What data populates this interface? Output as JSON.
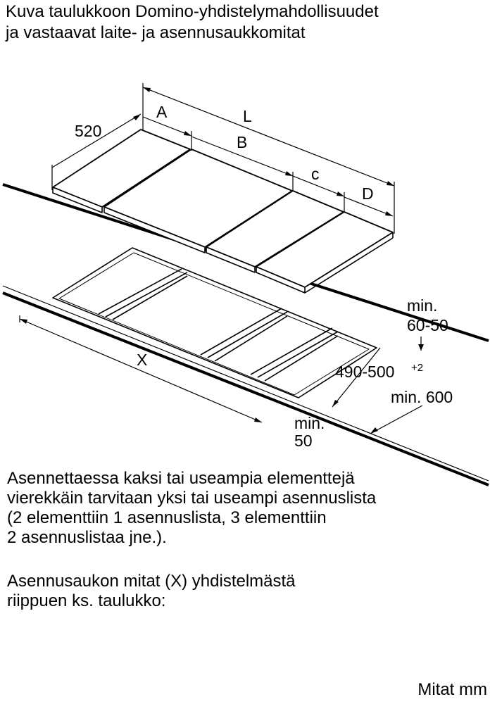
{
  "heading": {
    "lines": [
      "Kuva taulukkoon Domino-yhdistelymahdollisuudet",
      "ja vastaavat laite- ja asennusaukkomitat"
    ]
  },
  "figure": {
    "labels": {
      "A": "A",
      "L": "L",
      "B": "B",
      "c": "c",
      "D": "D",
      "depth": "520",
      "X": "X",
      "min_gap_1": "min.",
      "min_gap_2": "60-50",
      "cutout_depth": "490-500",
      "cutout_tolerance": "+2",
      "min_600": "min. 600",
      "min_50_1": "min.",
      "min_50_2": "50"
    }
  },
  "paragraph1": {
    "lines": [
      "Asennettaessa kaksi tai useampia elementtejä",
      "vierekkäin tarvitaan yksi tai useampi asennuslista",
      "(2 elementtiin 1 asennuslista, 3 elementtiin",
      "2 asennuslistaa jne.)."
    ]
  },
  "paragraph2": {
    "lines": [
      "Asennusaukon mitat (X) yhdistelmästä",
      "riippuen ks. taulukko:"
    ]
  },
  "footer": {
    "units": "Mitat mm"
  }
}
